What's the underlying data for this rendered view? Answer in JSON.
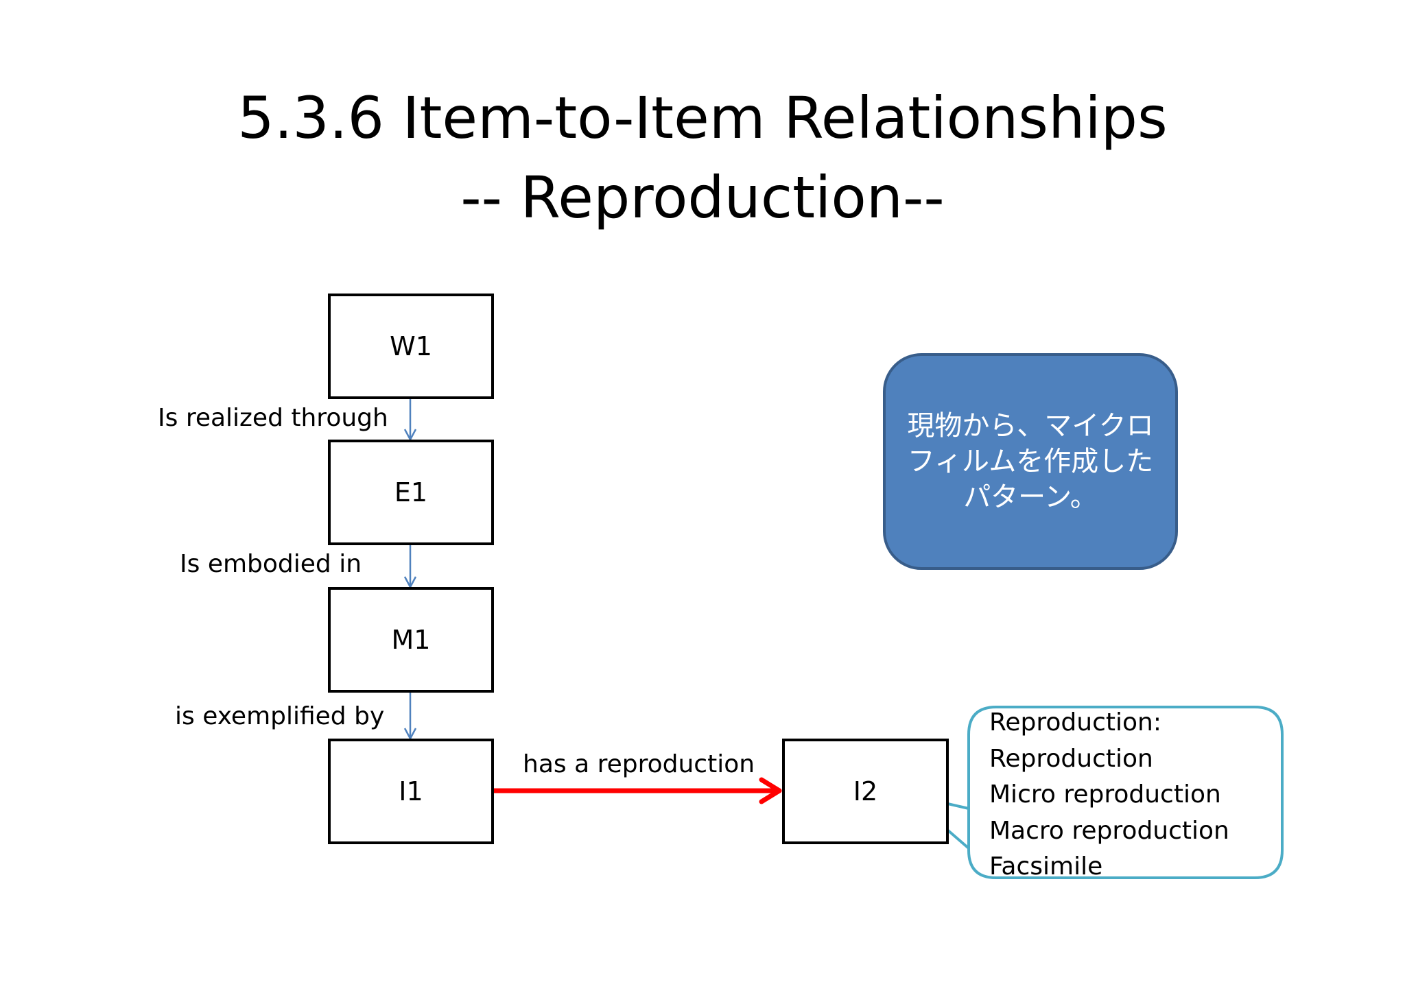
{
  "title": {
    "line1": "5.3.6 Item-to-Item Relationships",
    "line2": "-- Reproduction--"
  },
  "nodes": {
    "w1": "W1",
    "e1": "E1",
    "m1": "M1",
    "i1": "I1",
    "i2": "I2"
  },
  "relationships": {
    "realized": "Is realized through",
    "embodied": "Is embodied in",
    "exemplified": "is exemplified by",
    "reproduction": "has a reproduction"
  },
  "note": {
    "text": "現物から、マイクロフィルムを作成したパターン。"
  },
  "callout": {
    "lines": [
      "Reproduction:",
      "Reproduction",
      "Micro reproduction",
      "Macro reproduction",
      "Facsimile"
    ]
  },
  "colors": {
    "primary_arrow": "#4f81bd",
    "reproduction_arrow": "#ff0000",
    "note_fill": "#4f81bd",
    "callout_border": "#4bacc6"
  }
}
